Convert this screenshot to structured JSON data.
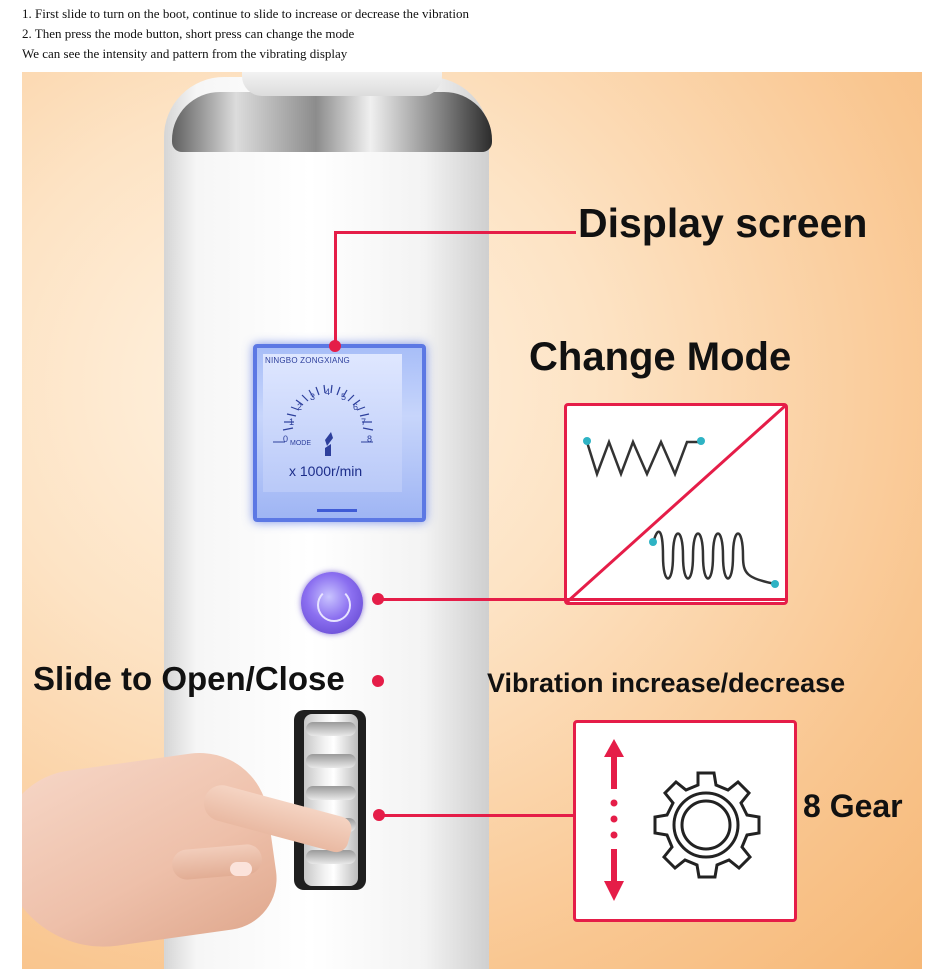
{
  "intro": {
    "line1": "1. First slide to turn on the boot, continue to slide to increase or decrease the vibration",
    "line2": "2. Then press the mode button, short press can change the mode",
    "line3": "We can see the intensity and pattern from the vibrating display"
  },
  "screen": {
    "brand": "NINGBO ZONGXIANG",
    "gauge_numbers": [
      "0",
      "1",
      "2",
      "3",
      "4",
      "5",
      "6",
      "7",
      "8"
    ],
    "mode_label": "MODE",
    "unit": "x 1000r/min"
  },
  "labels": {
    "display_screen": "Display screen",
    "change_mode": "Change Mode",
    "slide": "Slide to Open/Close",
    "vibration": "Vibration increase/decrease",
    "gear": "8 Gear"
  },
  "icons": {
    "mode": "zigzag-wave-and-coil-wave-icon",
    "gear": "gear-icon",
    "arrows": "up-down-arrow-icon"
  },
  "colors": {
    "accent": "#e51d48",
    "lcd": "#5c78e4",
    "mode_button": "#6a4ee0",
    "wave_dot": "#2eb3c4"
  }
}
